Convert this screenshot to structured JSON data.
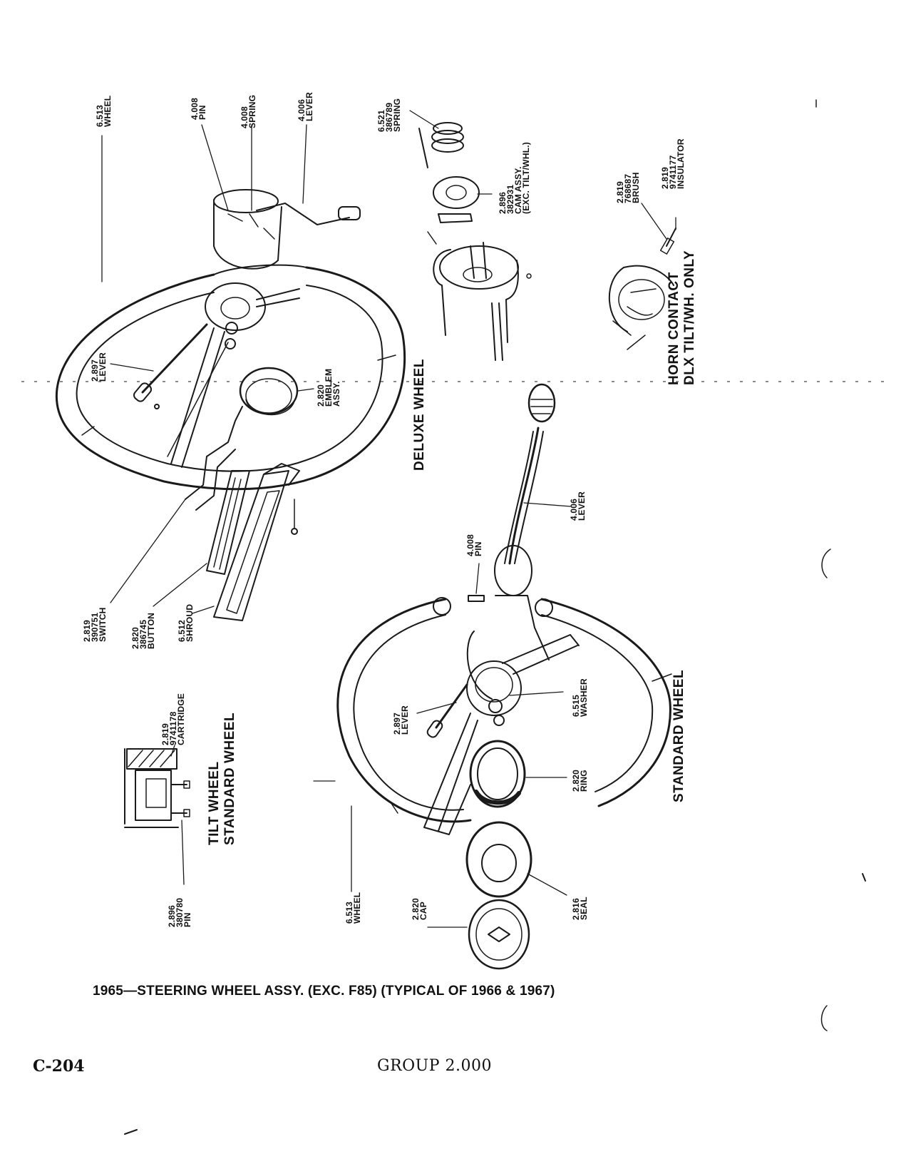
{
  "labels": {
    "deluxe_wheel_top": [
      "6.513",
      "WHEEL"
    ],
    "pin_top": [
      "4.008",
      "PIN"
    ],
    "spring_top": [
      "4.008",
      "SPRING"
    ],
    "lever_top": [
      "4.006",
      "LEVER"
    ],
    "spring_386789": [
      "6.521",
      "386789",
      "SPRING"
    ],
    "cam_assy": [
      "2.896",
      "382931",
      "CAM ASSY.",
      "(EXC. TILT/WHL.)"
    ],
    "brush": [
      "2.819",
      "768687",
      "BRUSH"
    ],
    "insulator": [
      "2.819",
      "9741177",
      "INSULATOR"
    ],
    "lever_2897_deluxe": [
      "2.897",
      "LEVER"
    ],
    "emblem": [
      "2.820",
      "EMBLEM",
      "ASSY."
    ],
    "switch": [
      "2.819",
      "390751",
      "SWITCH"
    ],
    "button": [
      "2.820",
      "386745",
      "BUTTON"
    ],
    "shroud": [
      "6.512",
      "SHROUD"
    ],
    "cartridge": [
      "2.819",
      "9741178",
      "CARTRIDGE"
    ],
    "pin_380780": [
      "2.896",
      "380780",
      "PIN"
    ],
    "pin_std": [
      "4.008",
      "PIN"
    ],
    "lever_std": [
      "4.006",
      "LEVER"
    ],
    "lever_2897_std": [
      "2.897",
      "LEVER"
    ],
    "washer": [
      "6.515",
      "WASHER"
    ],
    "ring": [
      "2.820",
      "RING"
    ],
    "seal": [
      "2.816",
      "SEAL"
    ],
    "cap": [
      "2.820",
      "CAP"
    ],
    "wheel_std": [
      "6.513",
      "WHEEL"
    ]
  },
  "section_titles": {
    "deluxe": [
      "DELUXE WHEEL"
    ],
    "horn_contact": [
      "HORN CONTACT",
      "DLX TILT/WH. ONLY"
    ],
    "tilt_standard": [
      "TILT WHEEL",
      "STANDARD WHEEL"
    ],
    "standard": [
      "STANDARD WHEEL"
    ]
  },
  "caption": "1965—STEERING WHEEL ASSY. (EXC. F85) (TYPICAL OF 1966 & 1967)",
  "page_number": "C-204",
  "group": "GROUP 2.000"
}
